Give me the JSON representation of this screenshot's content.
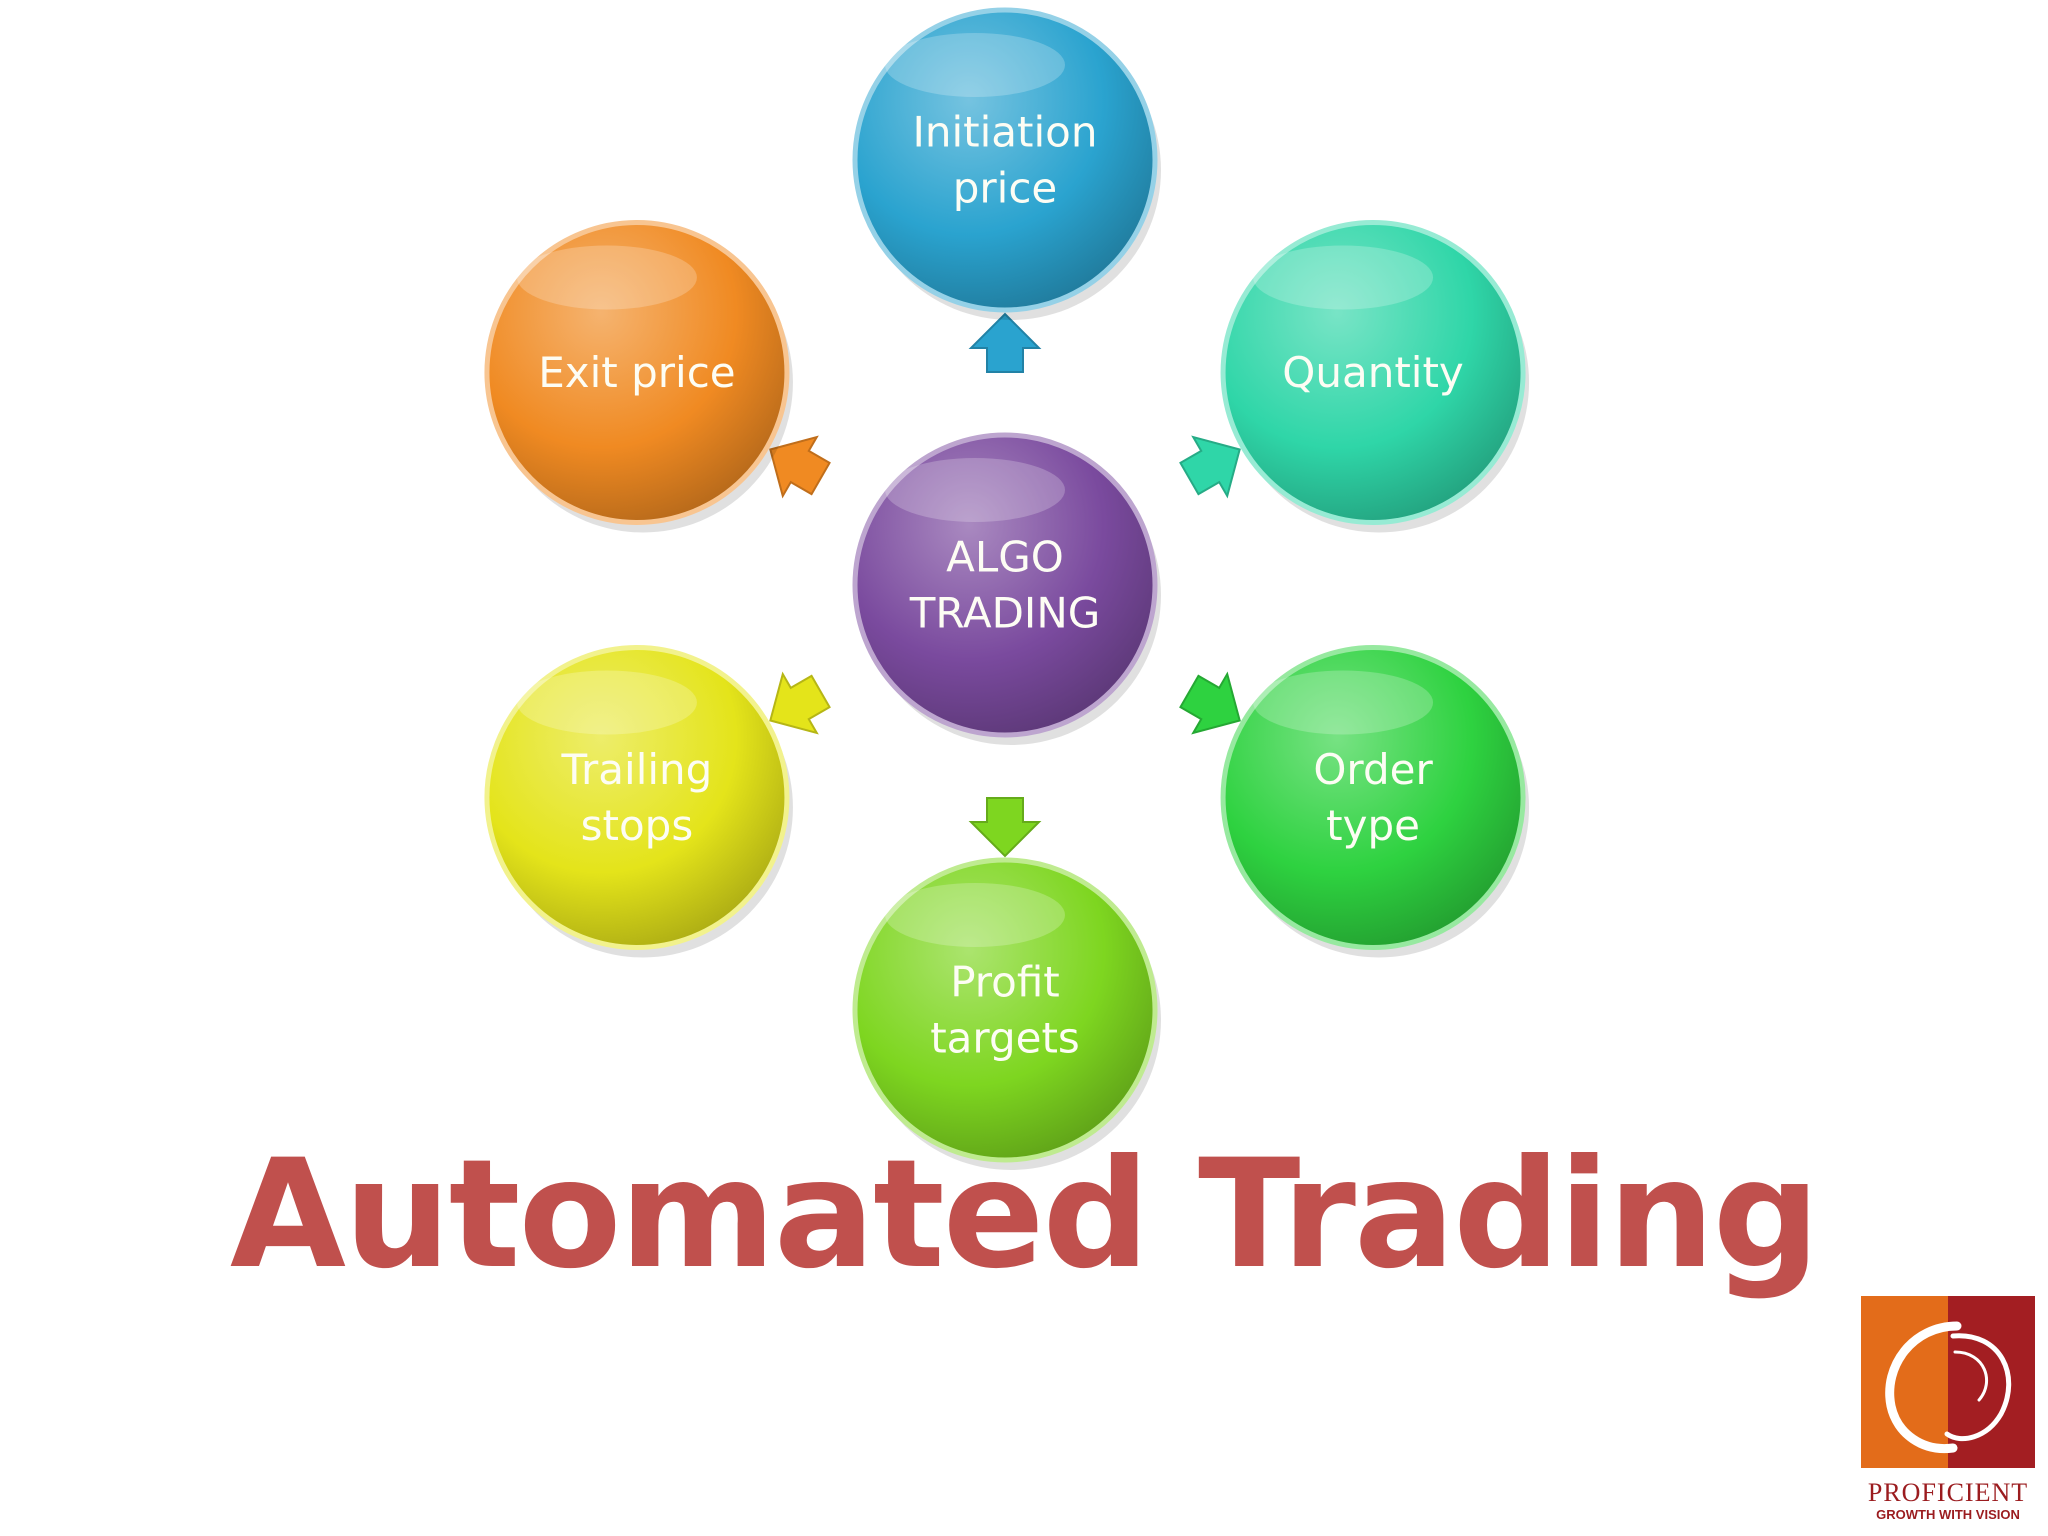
{
  "diagram": {
    "center": {
      "label_lines": [
        "ALGO",
        "TRADING"
      ],
      "color": "#7a4a9e"
    },
    "nodes": [
      {
        "id": "initiation-price",
        "label_lines": [
          "Initiation",
          "price"
        ],
        "color": "#2aa3cf"
      },
      {
        "id": "quantity",
        "label_lines": [
          "Quantity"
        ],
        "color": "#2fd6a8"
      },
      {
        "id": "order-type",
        "label_lines": [
          "Order",
          "type"
        ],
        "color": "#2ed240"
      },
      {
        "id": "profit-targets",
        "label_lines": [
          "Profit",
          "targets"
        ],
        "color": "#7ed620"
      },
      {
        "id": "trailing-stops",
        "label_lines": [
          "Trailing",
          "stops"
        ],
        "color": "#e4e41a"
      },
      {
        "id": "exit-price",
        "label_lines": [
          "Exit price"
        ],
        "color": "#f08a22"
      }
    ]
  },
  "slide": {
    "title": "Automated Trading",
    "title_color": "#c0504d"
  },
  "logo": {
    "name": "PROFICIENT",
    "tagline": "GROWTH WITH VISION",
    "colors": {
      "orange": "#e36c1a",
      "red": "#a31e22"
    }
  }
}
